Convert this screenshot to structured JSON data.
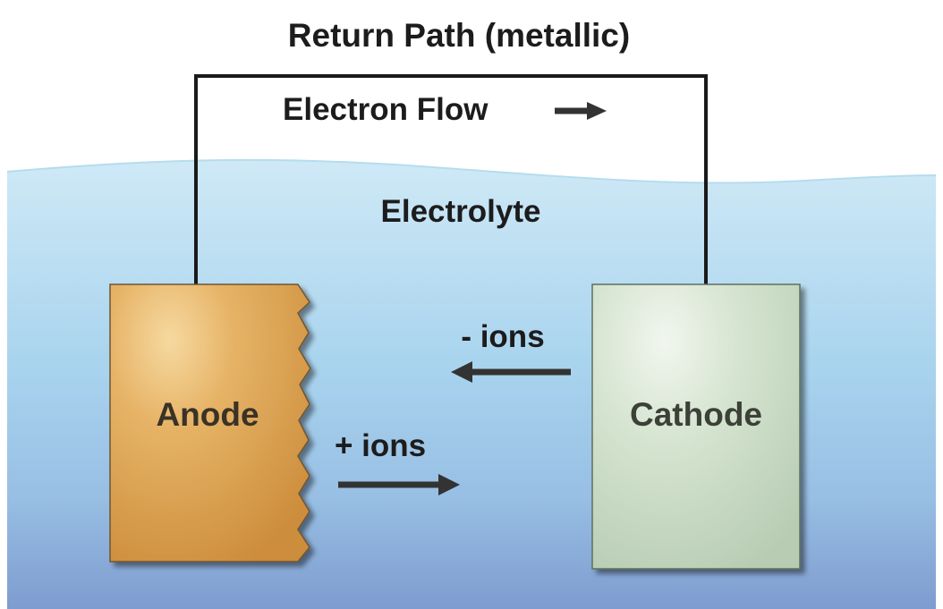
{
  "title": "Return Path (metallic)",
  "electron_flow": {
    "label": "Electron Flow",
    "direction": "right"
  },
  "electrolyte": {
    "label": "Electrolyte"
  },
  "anode": {
    "label": "Anode"
  },
  "cathode": {
    "label": "Cathode"
  },
  "negative_ions": {
    "label": "- ions",
    "direction": "left"
  },
  "positive_ions": {
    "label": "+ ions",
    "direction": "right"
  },
  "colors": {
    "water_top": "#cfe9f6",
    "water_mid": "#a9d4ee",
    "water_bottom": "#7e9ccf",
    "anode": "#e0a64c",
    "cathode": "#d3e3cf",
    "wire": "#1a1a1a",
    "arrow": "#333333"
  }
}
